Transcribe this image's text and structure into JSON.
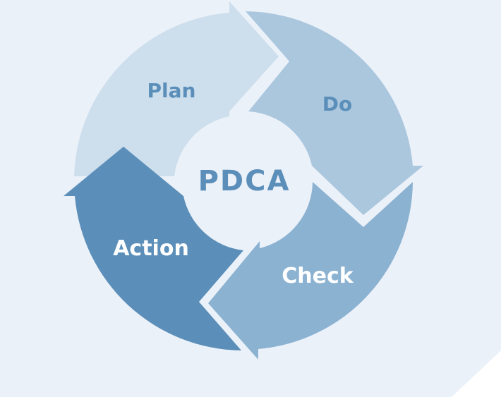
{
  "diagram": {
    "center_label": "PDCA",
    "segments": [
      {
        "id": "plan",
        "label": "Plan",
        "fill": "#cddeec",
        "text_color": "#5b8fba"
      },
      {
        "id": "do",
        "label": "Do",
        "fill": "#abc7de",
        "text_color": "#5b8fba"
      },
      {
        "id": "check",
        "label": "Check",
        "fill": "#8cb2d1",
        "text_color": "#ffffff"
      },
      {
        "id": "action",
        "label": "Action",
        "fill": "#5b8fba",
        "text_color": "#ffffff"
      }
    ],
    "center_text_color": "#5b8fba",
    "background_color": "#ebf1f9",
    "corner_fold_color": "#ffffff"
  }
}
